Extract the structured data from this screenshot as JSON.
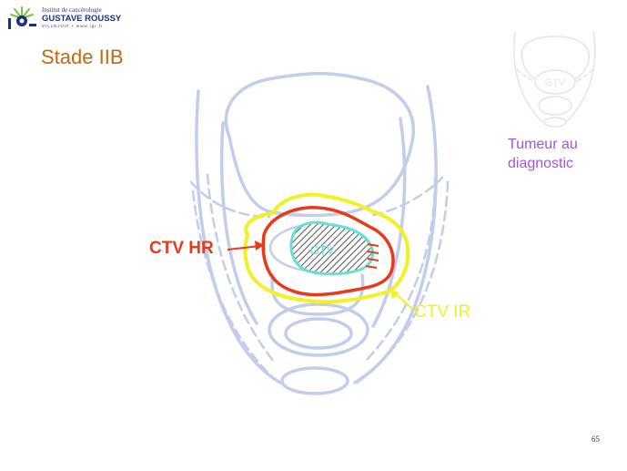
{
  "logo": {
    "line1": "Institut de cancérologie",
    "line2": "GUSTAVE ROUSSY",
    "line3": "VILLEJUIF • www.igr.fr"
  },
  "slide": {
    "title": "Stade IIB",
    "page_number": "65"
  },
  "diagram": {
    "gtv_label": "GTV",
    "ctv_hr_label": "CTV HR",
    "ctv_ir_label": "CTV IR",
    "colors": {
      "anatomy": "#c2cdec",
      "ctv_hr": "#e83a1a",
      "ctv_ir": "#f1f123",
      "gtv": "#66e0d6",
      "gtv_hatch": "#555555"
    }
  },
  "inset": {
    "gtv_label": "GTV",
    "caption_line1": "Tumeur au",
    "caption_line2": "diagnostic",
    "caption_color": "#9b59d8"
  }
}
